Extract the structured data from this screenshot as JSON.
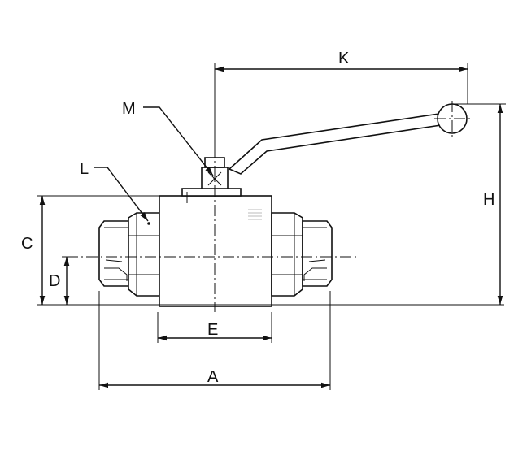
{
  "diagram": {
    "labels": {
      "K": "K",
      "M": "M",
      "L": "L",
      "H": "H",
      "C": "C",
      "D": "D",
      "E": "E",
      "A": "A"
    }
  }
}
